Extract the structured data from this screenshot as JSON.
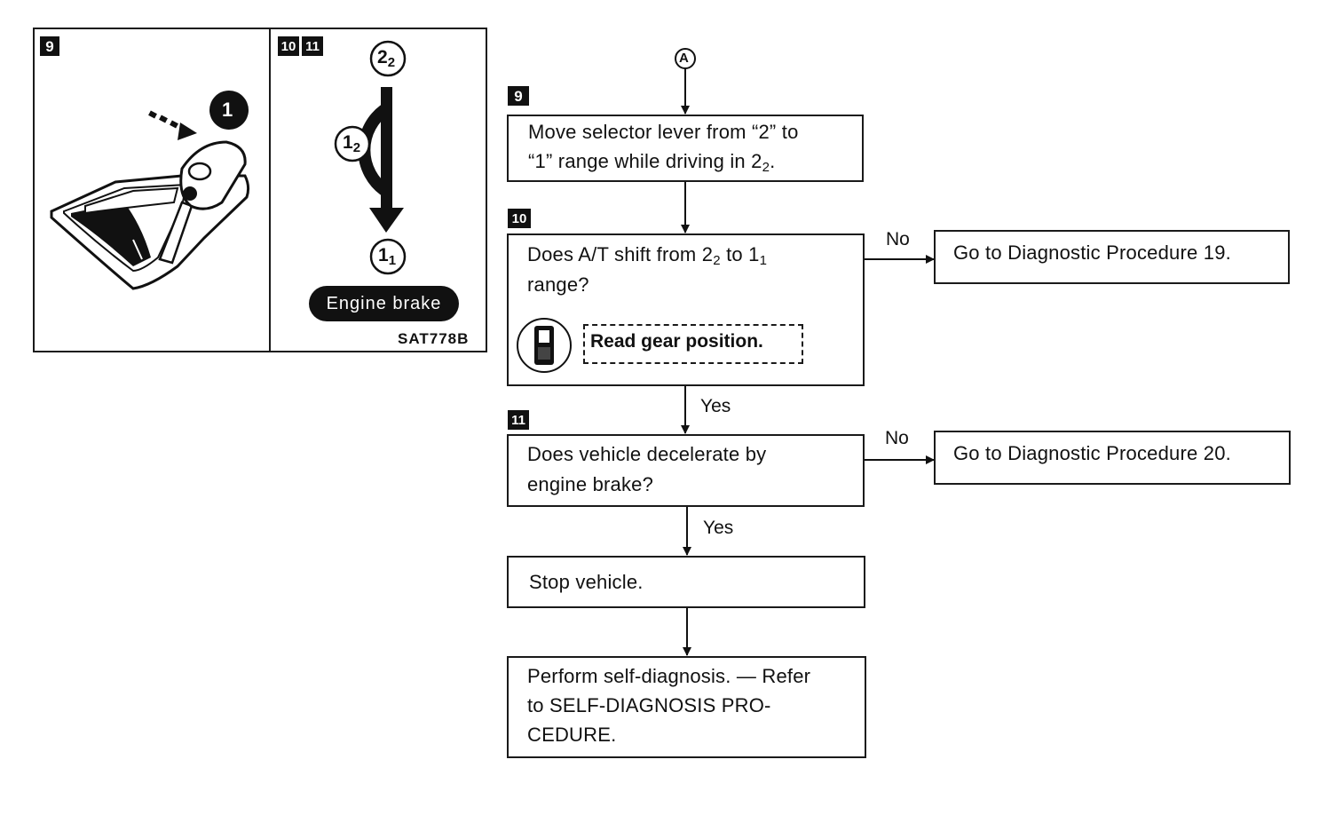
{
  "illustration": {
    "panel_left_badge": "9",
    "panel_right_badge_a": "10",
    "panel_right_badge_b": "11",
    "step_marker": "1",
    "gear_top_main": "2",
    "gear_top_sub": "2",
    "gear_mid_main": "1",
    "gear_mid_sub": "2",
    "gear_bottom_main": "1",
    "gear_bottom_sub": "1",
    "engine_brake_label": "Engine brake",
    "figure_code": "SAT778B"
  },
  "flowchart": {
    "connector": "A",
    "step9": {
      "badge": "9",
      "line1": "Move selector lever from “2” to",
      "line2_pre": "“1” range while driving in 2",
      "line2_sub": "2",
      "line2_post": "."
    },
    "step10": {
      "badge": "10",
      "line1_pre": "Does A/T shift from 2",
      "line1_sub1": "2",
      "line1_mid": " to 1",
      "line1_sub2": "1",
      "line2": "range?",
      "tool_note": "Read gear position.",
      "no_label": "No",
      "no_result": "Go to Diagnostic Procedure 19.",
      "yes_label": "Yes"
    },
    "step11": {
      "badge": "11",
      "line1": "Does vehicle decelerate by",
      "line2": "engine brake?",
      "no_label": "No",
      "no_result": "Go to Diagnostic Procedure 20.",
      "yes_label": "Yes"
    },
    "stop": "Stop vehicle.",
    "final": {
      "line1": "Perform self-diagnosis. — Refer",
      "line2": "to SELF-DIAGNOSIS PRO-",
      "line3": "CEDURE."
    }
  }
}
